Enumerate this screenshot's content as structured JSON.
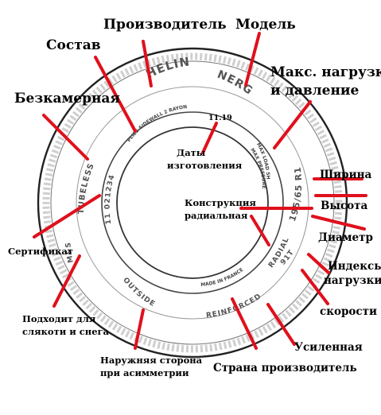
{
  "labels": {
    "manufacturer": "Производитель",
    "model": "Модель",
    "composition": "Состав",
    "max_load_1": "Макс. нагрузка",
    "max_load_2": "и давление",
    "tubeless": "Безкамерная",
    "dates_1": "Даты",
    "dates_2": "изготовления",
    "width": "Ширина",
    "height": "Высота",
    "construction_1": "Конструкция",
    "construction_2": "радиальная",
    "diameter": "Диаметр",
    "certificate": "Сертификат",
    "load_index_1": "Индексы",
    "load_index_2": "нагрузки",
    "speed": "скорости",
    "mud_snow_1": "Подходит для",
    "mud_snow_2": "слякоти и снега",
    "reinforced": "Усиленная",
    "outside_1": "Наружняя сторона",
    "outside_2": "при асимметрии",
    "country": "Страна производитель"
  },
  "tire": {
    "brand": "HELIN",
    "model": "NERG",
    "plies": "PLIES SIDEWALL 2 RAYON",
    "max_load": "MAX LOAD 5H",
    "max_pressure": "MAX PRESSURE 300 kPa",
    "date_code": "11.19",
    "size": "195/65 R15",
    "load_speed": "91T",
    "radial": "RADIAL",
    "reinforced": "REINFORCED",
    "made_in": "MADE IN FRANCE",
    "outside": "OUTSIDE",
    "mud_snow": "M&S",
    "cert_number": "11 021234",
    "tubeless": "TUBELESS"
  }
}
